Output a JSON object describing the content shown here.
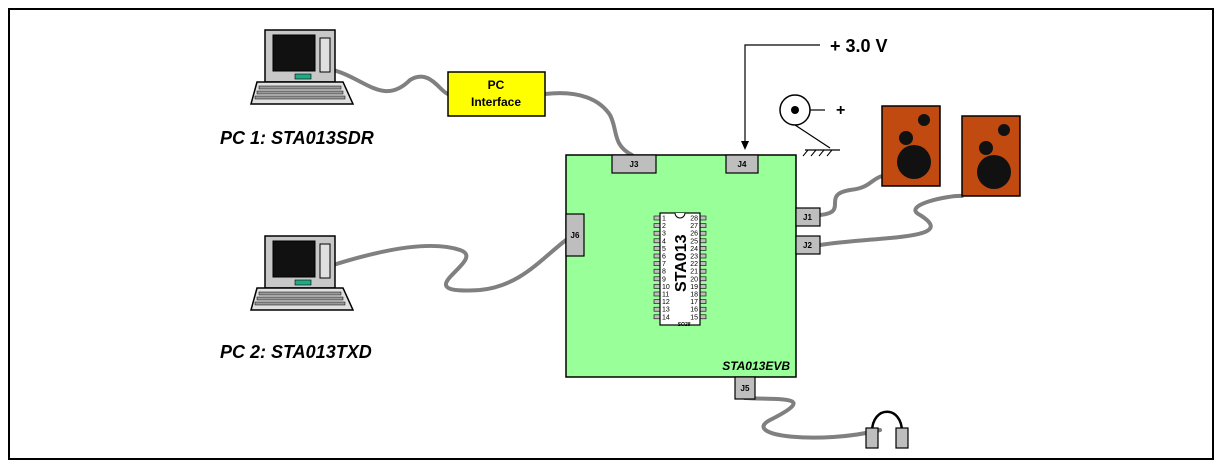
{
  "pc1": {
    "caption": "PC 1: STA013SDR"
  },
  "pc2": {
    "caption": "PC 2: STA013TXD"
  },
  "interface": {
    "line1": "PC",
    "line2": "Interface"
  },
  "power": {
    "label": "+ 3.0 V"
  },
  "mic": {
    "polarity": "+"
  },
  "board": {
    "name": "STA013EVB",
    "color": "#99FF99"
  },
  "connectors": {
    "j1": "J1",
    "j2": "J2",
    "j3": "J3",
    "j4": "J4",
    "j5": "J5",
    "j6": "J6"
  },
  "chip": {
    "name": "STA013",
    "package": "SO28",
    "left_pins": [
      "1",
      "2",
      "3",
      "4",
      "5",
      "6",
      "7",
      "8",
      "9",
      "10",
      "11",
      "12",
      "13",
      "14"
    ],
    "right_pins": [
      "28",
      "27",
      "26",
      "25",
      "24",
      "23",
      "22",
      "21",
      "20",
      "19",
      "18",
      "17",
      "16",
      "15"
    ]
  },
  "colors": {
    "interface_fill": "#FFFF00",
    "speaker_fill": "#C04A10",
    "connector_fill": "#BEBEBE"
  }
}
